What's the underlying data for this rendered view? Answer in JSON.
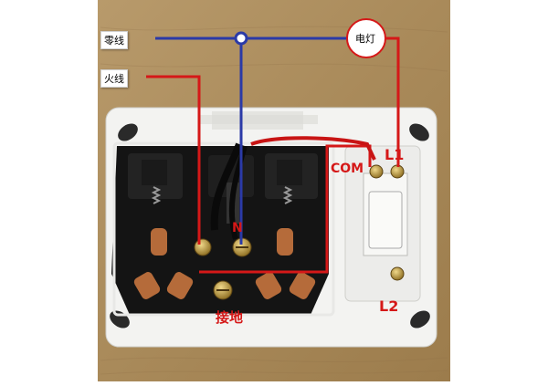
{
  "labels": {
    "neutral": "零线",
    "live": "火线",
    "lamp": "电灯",
    "com": "COM",
    "l1": "L1",
    "l2": "L2",
    "n": "N",
    "ground": "接地"
  },
  "colors": {
    "background": "#ffffff",
    "wood": "#b08f61",
    "plate": "#f3f3f1",
    "socket_body": "#141414",
    "neutral_wire": "#2b3aa7",
    "live_wire": "#d51818",
    "brass": "#b6942d",
    "copper": "#b56b3a"
  }
}
